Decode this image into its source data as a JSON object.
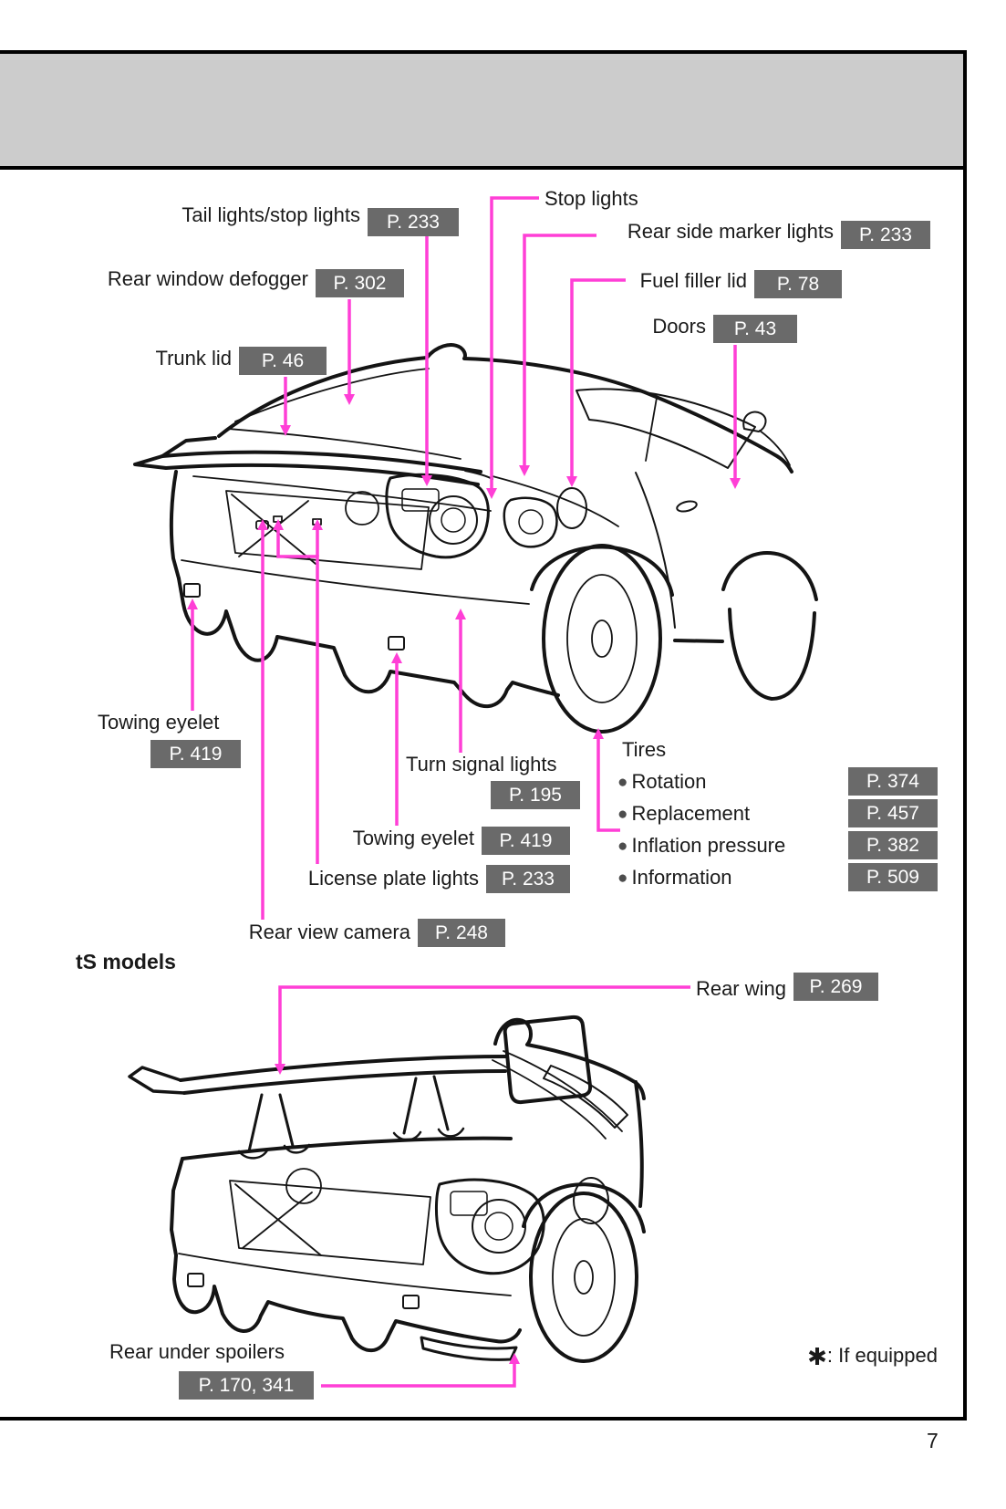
{
  "diagram1": {
    "callouts": {
      "tail_lights": {
        "label": "Tail lights/stop lights",
        "page": "P. 233"
      },
      "stop_lights": {
        "label": "Stop lights"
      },
      "rear_side_marker_lights": {
        "label": "Rear side marker lights",
        "page": "P. 233"
      },
      "rear_window_defogger": {
        "label": "Rear window defogger",
        "page": "P. 302"
      },
      "fuel_filler_lid": {
        "label": "Fuel filler lid",
        "page": "P. 78"
      },
      "doors": {
        "label": "Doors",
        "page": "P. 43"
      },
      "trunk_lid": {
        "label": "Trunk lid",
        "page": "P. 46"
      },
      "towing_eyelet_left": {
        "label": "Towing eyelet",
        "page": "P. 419"
      },
      "turn_signal_lights": {
        "label": "Turn signal lights",
        "page": "P. 195"
      },
      "towing_eyelet_rear": {
        "label": "Towing eyelet",
        "page": "P. 419"
      },
      "license_plate_lights": {
        "label": "License plate lights",
        "page": "P. 233"
      },
      "rear_view_camera": {
        "label": "Rear view camera",
        "page": "P. 248"
      }
    },
    "tires": {
      "title": "Tires",
      "bullet": "●",
      "items": [
        {
          "label": "Rotation",
          "page": "P. 374"
        },
        {
          "label": "Replacement",
          "page": "P. 457"
        },
        {
          "label": "Inflation pressure",
          "page": "P. 382"
        },
        {
          "label": "Information",
          "page": "P. 509"
        }
      ]
    }
  },
  "diagram2": {
    "heading": "tS models",
    "callouts": {
      "rear_wing": {
        "label": "Rear wing",
        "page": "P. 269"
      },
      "rear_under_spoilers": {
        "label": "Rear under spoilers",
        "page": "P. 170, 341"
      }
    }
  },
  "footnote": {
    "symbol": "✱",
    "text": ": If equipped"
  },
  "footer": {
    "page_number": "7"
  },
  "colors": {
    "accent": "#ff3fd6",
    "box_bg": "#6a6a6a",
    "box_text": "#ffffff",
    "header_band": "#cccccc",
    "line_art": "#141414"
  }
}
